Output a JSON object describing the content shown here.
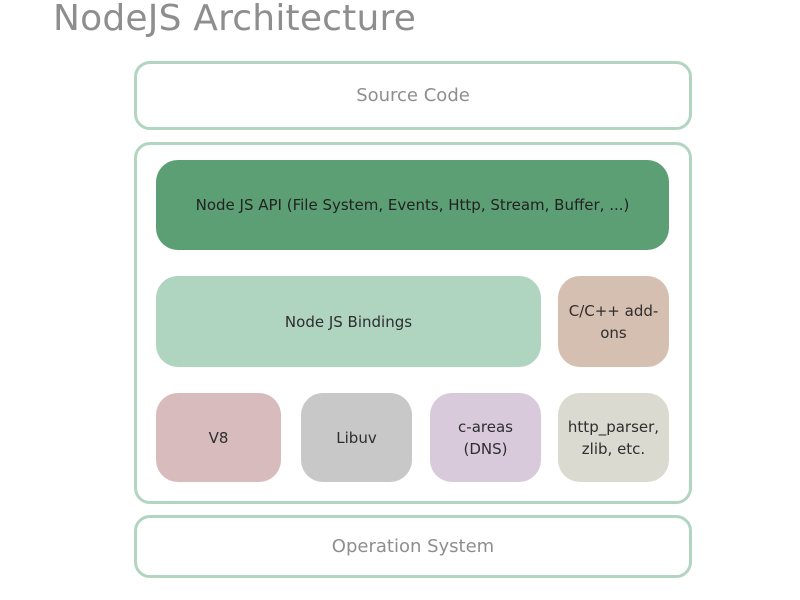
{
  "title": "NodeJS Architecture",
  "layers": {
    "source_code": "Source Code",
    "operation_system": "Operation System"
  },
  "runtime": {
    "api": "Node JS API (File System, Events, Http, Stream, Buffer, ...)",
    "bindings": "Node JS Bindings",
    "addons": {
      "line1": "C/C++ add-",
      "line2": "ons"
    },
    "v8": "V8",
    "libuv": "Libuv",
    "careas": {
      "line1": "c-areas",
      "line2": "(DNS)"
    },
    "http_parser": {
      "line1": "http_parser,",
      "line2": "zlib, etc."
    }
  },
  "colors": {
    "outline": "#b2d5c2",
    "api": "#5d9f75",
    "bindings": "#afd4c0",
    "addons": "#d5bfb0",
    "v8": "#d8bcbd",
    "libuv": "#c8c8c8",
    "careas": "#d8cadb",
    "http_parser": "#dadad0"
  }
}
